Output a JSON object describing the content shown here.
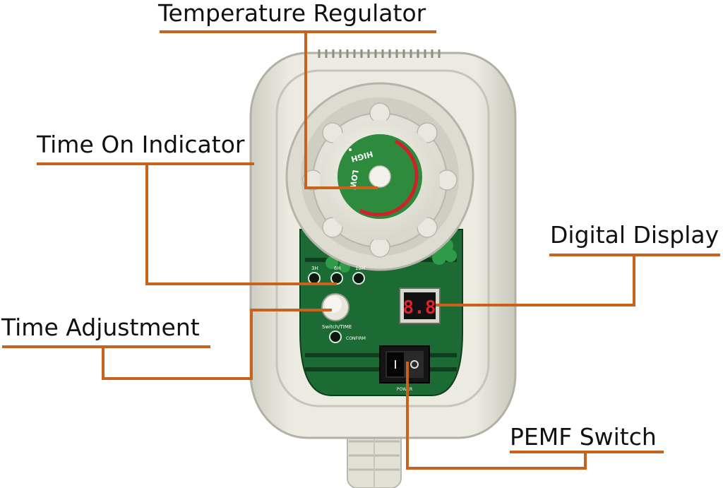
{
  "callouts": {
    "temperature_regulator": "Temperature Regulator",
    "time_on_indicator": "Time On Indicator",
    "digital_display": "Digital Display",
    "time_adjustment": "Time Adjustment",
    "pemf_switch": "PEMF Switch"
  },
  "dial": {
    "high": "HIGH",
    "low": "LOW"
  },
  "panel": {
    "timer_3h": "3H",
    "timer_6h": "6H",
    "timer_12h": "12H",
    "switch_time": "Switch/TIME",
    "confirm": "CONFIRM",
    "display_value": "8.8",
    "power": "POWER"
  },
  "colors": {
    "leader_line": "#c8621c",
    "housing": "#e6e5d9",
    "panel_green": "#1d6b34",
    "dial_green": "#2e8b3e",
    "dial_arc": "#d0202a",
    "display_red": "#e0202a"
  }
}
